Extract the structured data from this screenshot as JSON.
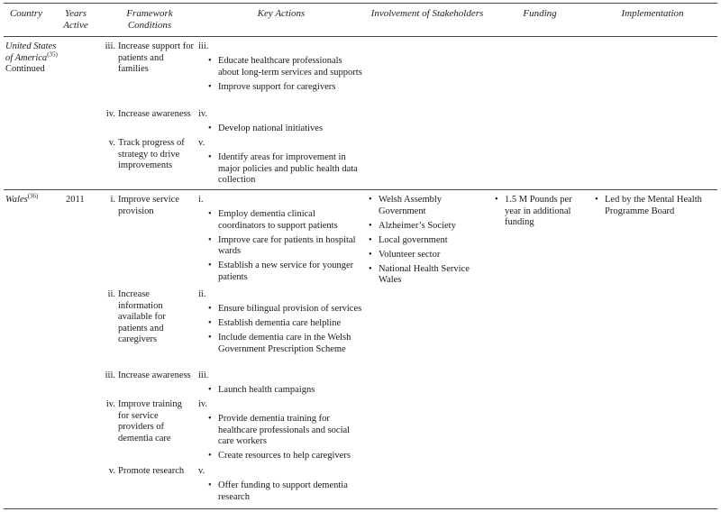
{
  "headers": {
    "country": "Country",
    "years": "Years Active",
    "framework": "Framework Conditions",
    "actions": "Key Actions",
    "stakeholders": "Involvement of Stakeholders",
    "funding": "Funding",
    "implementation": "Implementation"
  },
  "usa": {
    "country_line1": "United States",
    "country_line2": "of America",
    "ref": "(35)",
    "continued": "Continued",
    "conditions": [
      {
        "numeral": "iii.",
        "text": "Increase support for patients and families",
        "actions": [
          "Educate healthcare professionals about long-term services and supports",
          "Improve support for caregivers"
        ]
      },
      {
        "numeral": "iv.",
        "text": "Increase awareness",
        "actions": [
          "Develop national initiatives"
        ]
      },
      {
        "numeral": "v.",
        "text": "Track progress of strategy to drive improvements",
        "actions": [
          "Identify areas for improvement in major policies and public health data collection"
        ]
      }
    ]
  },
  "wales": {
    "country": "Wales",
    "ref": "(36)",
    "year": "2011",
    "conditions": [
      {
        "numeral": "i.",
        "text": "Improve service provision",
        "actions": [
          "Employ dementia clinical coordinators to support patients",
          "Improve care for patients in hospital wards",
          "Establish a new service for younger patients"
        ]
      },
      {
        "numeral": "ii.",
        "text": "Increase information available for patients and caregivers",
        "actions": [
          "Ensure bilingual provision of services",
          "Establish dementia care helpline",
          "Include dementia care in the Welsh Government Prescription Scheme"
        ]
      },
      {
        "numeral": "iii.",
        "text": "Increase awareness",
        "actions": [
          "Launch health campaigns"
        ]
      },
      {
        "numeral": "iv.",
        "text": "Improve training for service providers of dementia care",
        "actions": [
          "Provide dementia training for healthcare professionals and social care workers",
          "Create resources to help caregivers"
        ]
      },
      {
        "numeral": "v.",
        "text": "Promote research",
        "actions": [
          "Offer funding to support dementia research"
        ]
      }
    ],
    "stakeholders": [
      "Welsh Assembly Government",
      "Alzheimer’s Society",
      "Local government",
      "Volunteer sector",
      "National Health Service Wales"
    ],
    "funding": [
      "1.5 M Pounds per year in additional funding"
    ],
    "implementation": [
      "Led by the Mental Health Programme Board"
    ]
  }
}
